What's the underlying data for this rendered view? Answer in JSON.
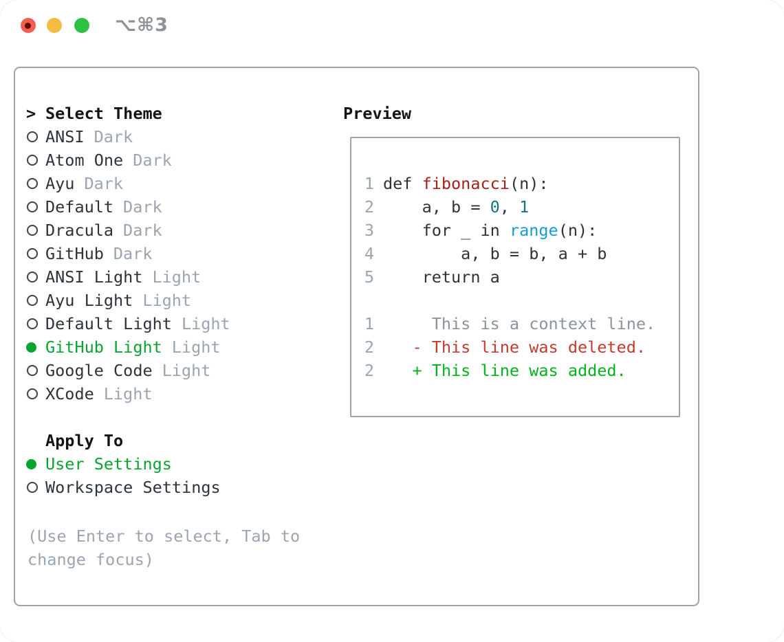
{
  "window": {
    "title": "⌥⌘3"
  },
  "colors": {
    "light_red": "#f25d52",
    "light_yellow": "#f5bc41",
    "light_green": "#2fc144",
    "title_gray": "#8b9298",
    "border_gray": "#9ba4ae",
    "muted_gray": "#9aa5b1",
    "context_gray": "#8b949d",
    "green_select": "#0aa32f",
    "green_added": "#00b31c",
    "red_deleted": "#c33b2d",
    "func_red": "#a6201a",
    "num_teal": "#0d7680",
    "builtin_blue": "#149bd8"
  },
  "theme_panel": {
    "header_marker": ">",
    "header_label": "Select Theme",
    "themes": [
      {
        "name": "ANSI",
        "variant": "Dark",
        "selected": false
      },
      {
        "name": "Atom One",
        "variant": "Dark",
        "selected": false
      },
      {
        "name": "Ayu",
        "variant": "Dark",
        "selected": false
      },
      {
        "name": "Default",
        "variant": "Dark",
        "selected": false
      },
      {
        "name": "Dracula",
        "variant": "Dark",
        "selected": false
      },
      {
        "name": "GitHub",
        "variant": "Dark",
        "selected": false
      },
      {
        "name": "ANSI Light",
        "variant": "Light",
        "selected": false
      },
      {
        "name": "Ayu Light",
        "variant": "Light",
        "selected": false
      },
      {
        "name": "Default Light",
        "variant": "Light",
        "selected": false
      },
      {
        "name": "GitHub Light",
        "variant": "Light",
        "selected": true
      },
      {
        "name": "Google Code",
        "variant": "Light",
        "selected": false
      },
      {
        "name": "XCode",
        "variant": "Light",
        "selected": false
      }
    ],
    "apply_to_label": "Apply To",
    "apply_to_options": [
      {
        "label": "User Settings",
        "selected": true
      },
      {
        "label": "Workspace Settings",
        "selected": false
      }
    ],
    "hint": "(Use Enter to select, Tab to change focus)"
  },
  "preview": {
    "label": "Preview",
    "lines": [
      {
        "num": "1",
        "tokens": [
          {
            "t": "def ",
            "c": "plain"
          },
          {
            "t": "fibonacci",
            "c": "func"
          },
          {
            "t": "(n):",
            "c": "plain"
          }
        ]
      },
      {
        "num": "2",
        "tokens": [
          {
            "t": "    a, b = ",
            "c": "plain"
          },
          {
            "t": "0",
            "c": "num"
          },
          {
            "t": ", ",
            "c": "plain"
          },
          {
            "t": "1",
            "c": "num"
          }
        ]
      },
      {
        "num": "3",
        "tokens": [
          {
            "t": "    for _ in ",
            "c": "plain"
          },
          {
            "t": "range",
            "c": "builtin"
          },
          {
            "t": "(n):",
            "c": "plain"
          }
        ]
      },
      {
        "num": "4",
        "tokens": [
          {
            "t": "        a, b = b, a + b",
            "c": "plain"
          }
        ]
      },
      {
        "num": "5",
        "tokens": [
          {
            "t": "    return a",
            "c": "plain"
          }
        ]
      },
      {
        "num": "",
        "tokens": []
      },
      {
        "num": "1",
        "tokens": [
          {
            "t": "     This is a context line.",
            "c": "context"
          }
        ]
      },
      {
        "num": "2",
        "tokens": [
          {
            "t": "   - This line was deleted.",
            "c": "deleted"
          }
        ]
      },
      {
        "num": "2",
        "tokens": [
          {
            "t": "   + This line was added.",
            "c": "added"
          }
        ]
      }
    ]
  }
}
